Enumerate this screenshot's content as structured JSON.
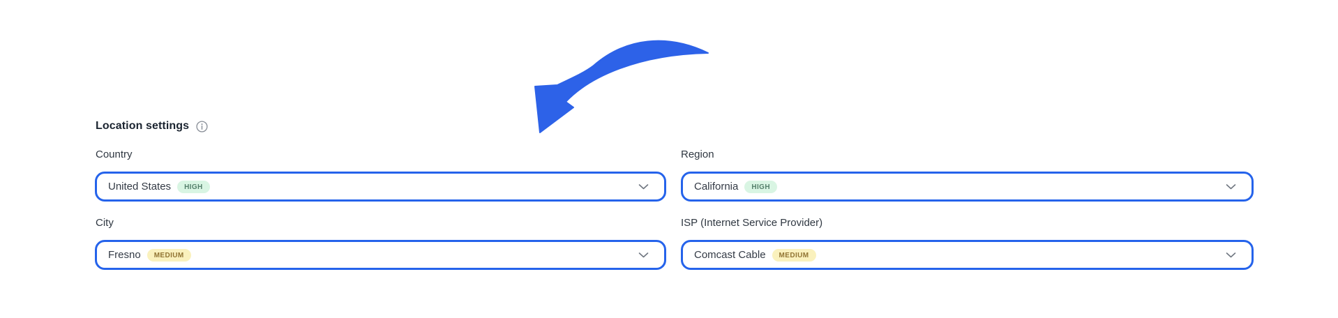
{
  "section": {
    "title": "Location settings"
  },
  "fields": [
    {
      "label": "Country",
      "value": "United States",
      "badge_label": "HIGH",
      "badge_level": "high"
    },
    {
      "label": "Region",
      "value": "California",
      "badge_label": "HIGH",
      "badge_level": "high"
    },
    {
      "label": "City",
      "value": "Fresno",
      "badge_label": "MEDIUM",
      "badge_level": "medium"
    },
    {
      "label": "ISP (Internet Service Provider)",
      "value": "Comcast Cable",
      "badge_label": "MEDIUM",
      "badge_level": "medium"
    }
  ],
  "icons": {
    "info": "info-icon",
    "chevron": "chevron-down-icon",
    "arrow": "curved-arrow-icon"
  },
  "colors": {
    "select_border": "#2563eb",
    "annotation_arrow": "#2d62e8",
    "badge_high_bg": "#d9f5e3",
    "badge_high_text": "#55806b",
    "badge_medium_bg": "#faf1bd",
    "badge_medium_text": "#917433",
    "label_text": "#2f3741",
    "value_text": "#333a45"
  }
}
